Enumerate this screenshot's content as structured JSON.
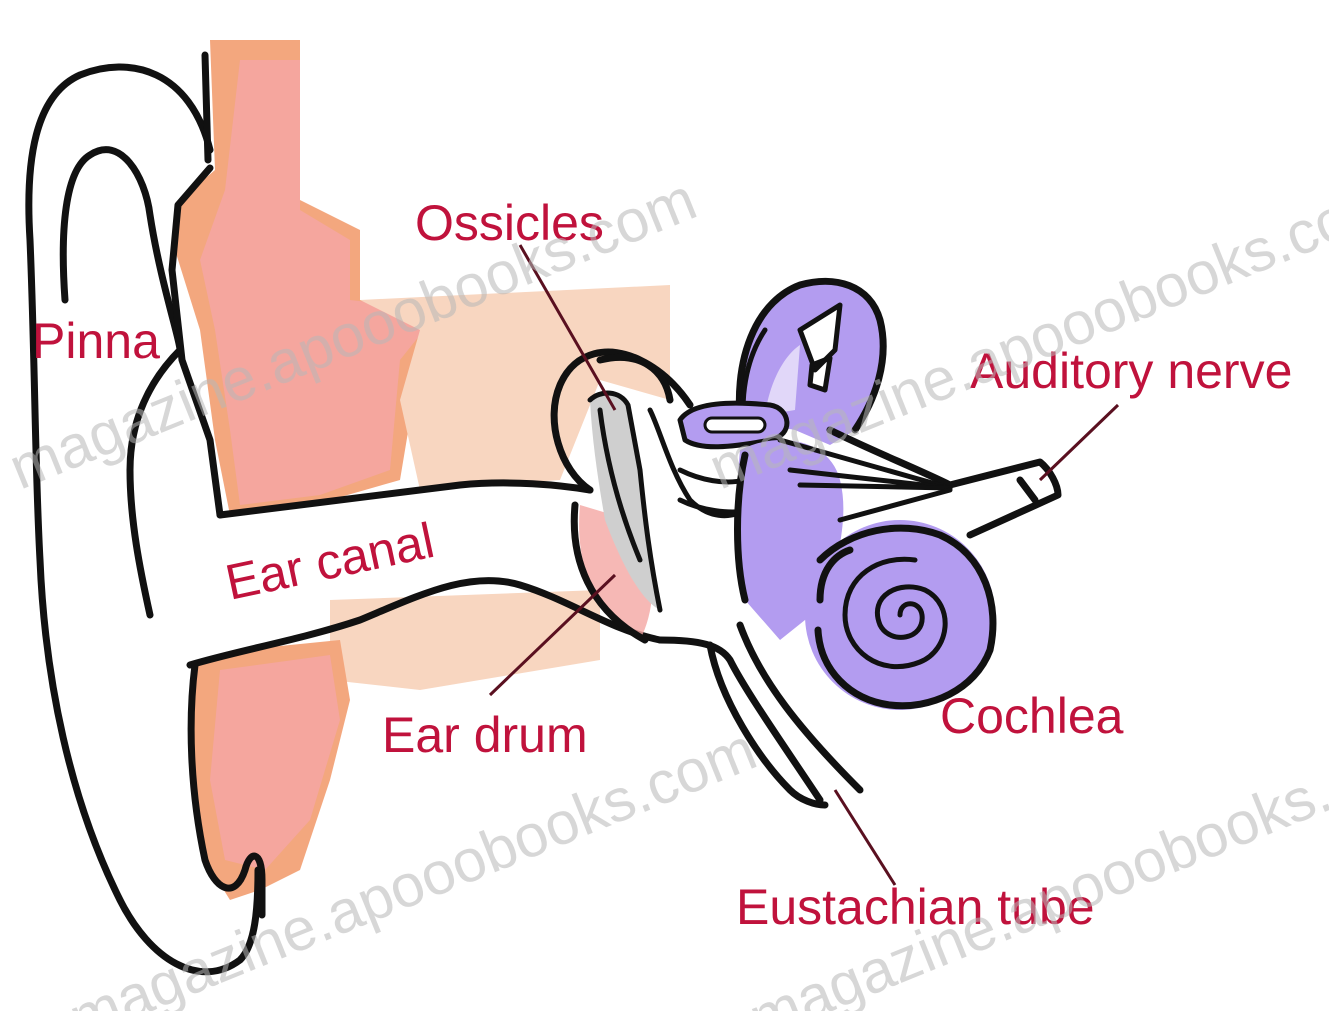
{
  "labels": {
    "pinna": "Pinna",
    "ossicles": "Ossicles",
    "auditory_nerve": "Auditory nerve",
    "ear_canal": "Ear canal",
    "cochlea": "Cochlea",
    "ear_drum": "Ear drum",
    "eustachian_tube": "Eustachian tube"
  },
  "watermarks": [
    "magazine.apooobooks.com",
    "magazine.apooobooks.com",
    "magazine.apooobooks.com",
    "magazine.apooobooks.com"
  ],
  "colors": {
    "label": "#c0123c",
    "skin_pink": "#f4a6a3",
    "skin_orange": "#f3a77e",
    "skin_peach": "#f8d6c0",
    "inner_ear_purple": "#b39cf0",
    "bone_grey": "#cfcfcf"
  }
}
